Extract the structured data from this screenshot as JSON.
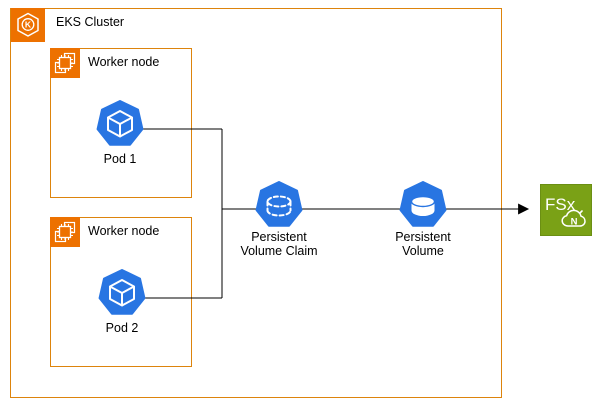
{
  "diagram": {
    "colors": {
      "aws_orange": "#ED7100",
      "group_border": "#DD840C",
      "kubernetes_blue": "#2875E2",
      "fsx_green": "#7AA116",
      "connector": "#000000"
    },
    "cluster": {
      "label": "EKS Cluster",
      "icon_letter": "K"
    },
    "worker_nodes": [
      {
        "label": "Worker node",
        "pod": {
          "label": "Pod 1"
        }
      },
      {
        "label": "Worker node",
        "pod": {
          "label": "Pod 2"
        }
      }
    ],
    "pvc": {
      "line1": "Persistent",
      "line2": "Volume Claim"
    },
    "pv": {
      "line1": "Persistent",
      "line2": "Volume"
    },
    "fsx": {
      "label": "FSx",
      "badge_letter": "N"
    }
  }
}
